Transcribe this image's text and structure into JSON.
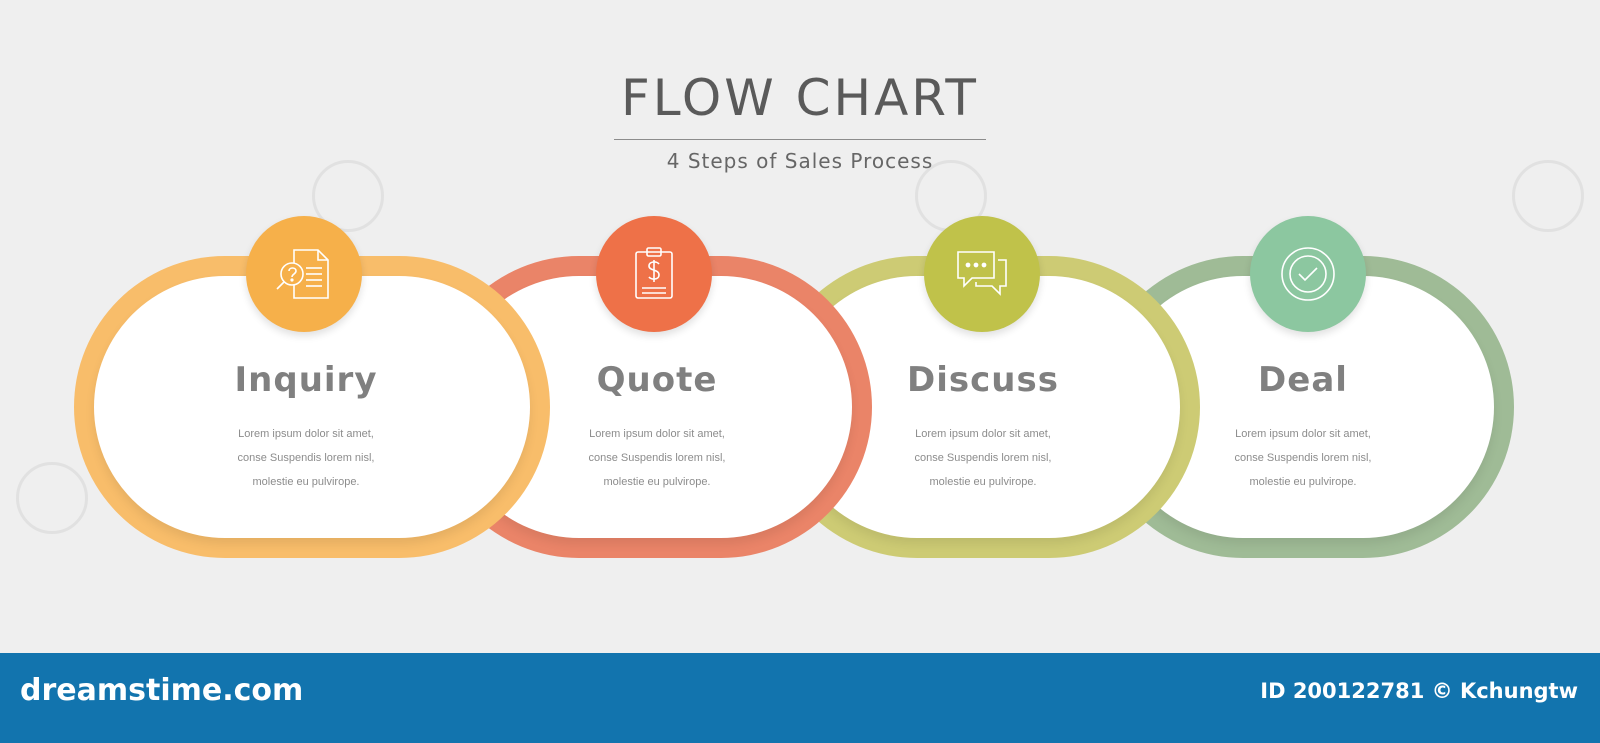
{
  "title": "FLOW CHART",
  "subtitle": "4 Steps of Sales Process",
  "steps": [
    {
      "title": "Inquiry",
      "icon": "inquiry-document-icon",
      "color": "#f6b04a",
      "ring": "#f8bd6a",
      "text": [
        "Lorem ipsum dolor sit amet,",
        "conse Suspendis lorem nisl,",
        "molestie eu pulvirope."
      ]
    },
    {
      "title": "Quote",
      "icon": "clipboard-dollar-icon",
      "color": "#ee7148",
      "ring": "#ea8468",
      "text": [
        "Lorem ipsum dolor sit amet,",
        "conse Suspendis lorem nisl,",
        "molestie eu pulvirope."
      ]
    },
    {
      "title": "Discuss",
      "icon": "chat-bubbles-icon",
      "color": "#c0c24a",
      "ring": "#cdcb74",
      "text": [
        "Lorem ipsum dolor sit amet,",
        "conse Suspendis lorem nisl,",
        "molestie eu pulvirope."
      ]
    },
    {
      "title": "Deal",
      "icon": "check-badge-icon",
      "color": "#8cc7a0",
      "ring": "#9fbb96",
      "text": [
        "Lorem ipsum dolor sit amet,",
        "conse Suspendis lorem nisl,",
        "molestie eu pulvirope."
      ]
    }
  ],
  "footer": {
    "logo": "dreamstime.com",
    "id": "ID 200122781 © Kchungtw"
  }
}
